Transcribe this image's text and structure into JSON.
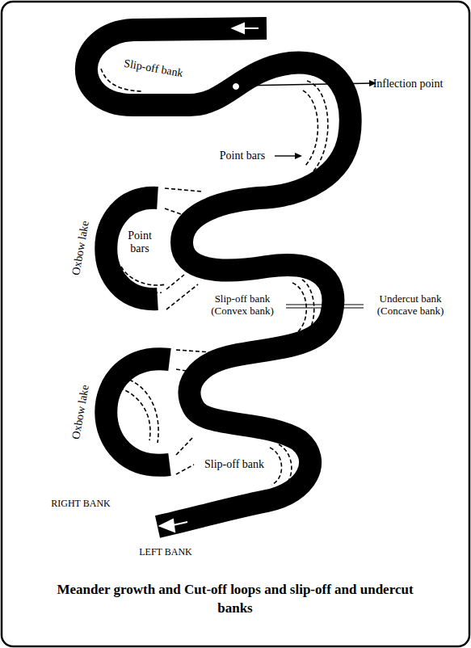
{
  "diagram": {
    "caption": "Meander growth and Cut-off loops and slip-off and undercut banks",
    "labels": [
      "Slip-off bank",
      "Inflection point",
      "Point bars",
      "Oxbow lake",
      "Point bars",
      "Slip-off bank (Convex bank)",
      "Undercut bank (Concave bank)",
      "Oxbow lake",
      "Slip-off bank",
      "RIGHT BANK",
      "LEFT BANK"
    ]
  }
}
